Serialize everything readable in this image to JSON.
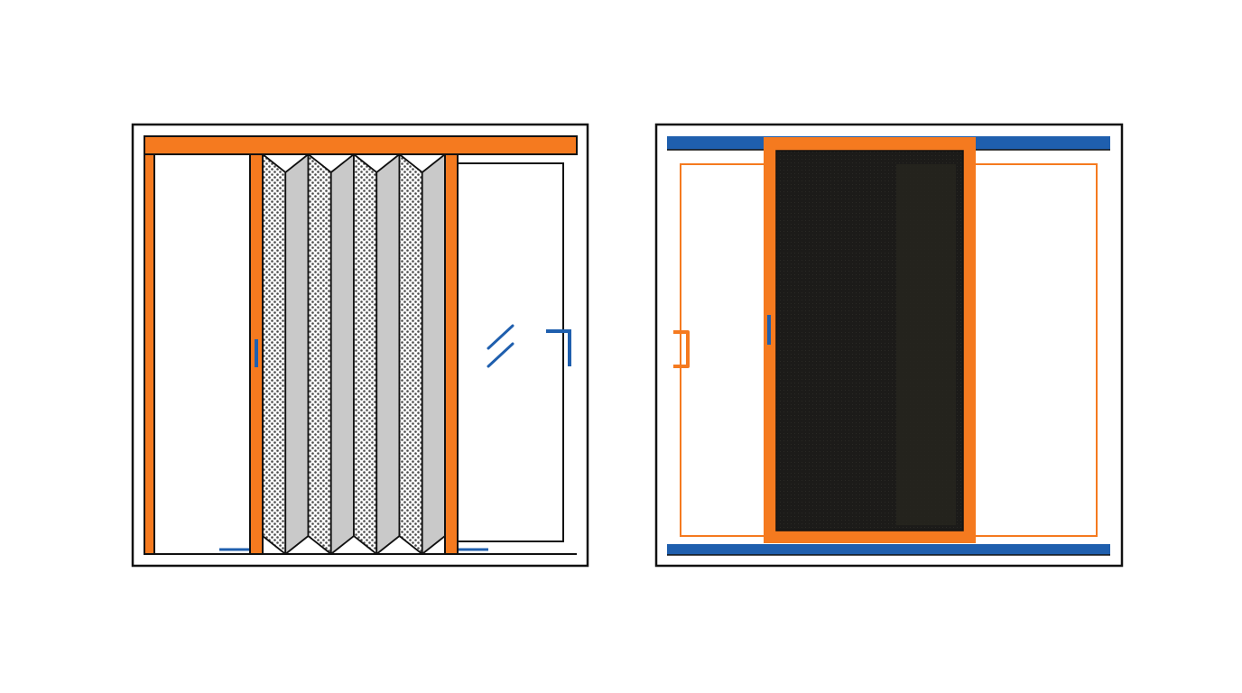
{
  "colors": {
    "background": "#ffffff",
    "outline": "#111111",
    "frame_orange": "#f57a1f",
    "accent_blue": "#1f5fae",
    "pleat_light": "#c9c9c9",
    "pleat_mesh": "#4a4a4a",
    "screen_mesh": "#1c1b19",
    "glass_mark": "#1f5fae"
  },
  "diagrams": [
    {
      "id": "pleated-screen-door",
      "icons": [
        "pleated-mesh-icon",
        "glass-reflection-icon",
        "door-handle-icon"
      ],
      "pleat_count": 8
    },
    {
      "id": "sliding-screen-door",
      "icons": [
        "mesh-screen-panel-icon",
        "door-handle-icon",
        "pull-handle-icon"
      ]
    }
  ]
}
